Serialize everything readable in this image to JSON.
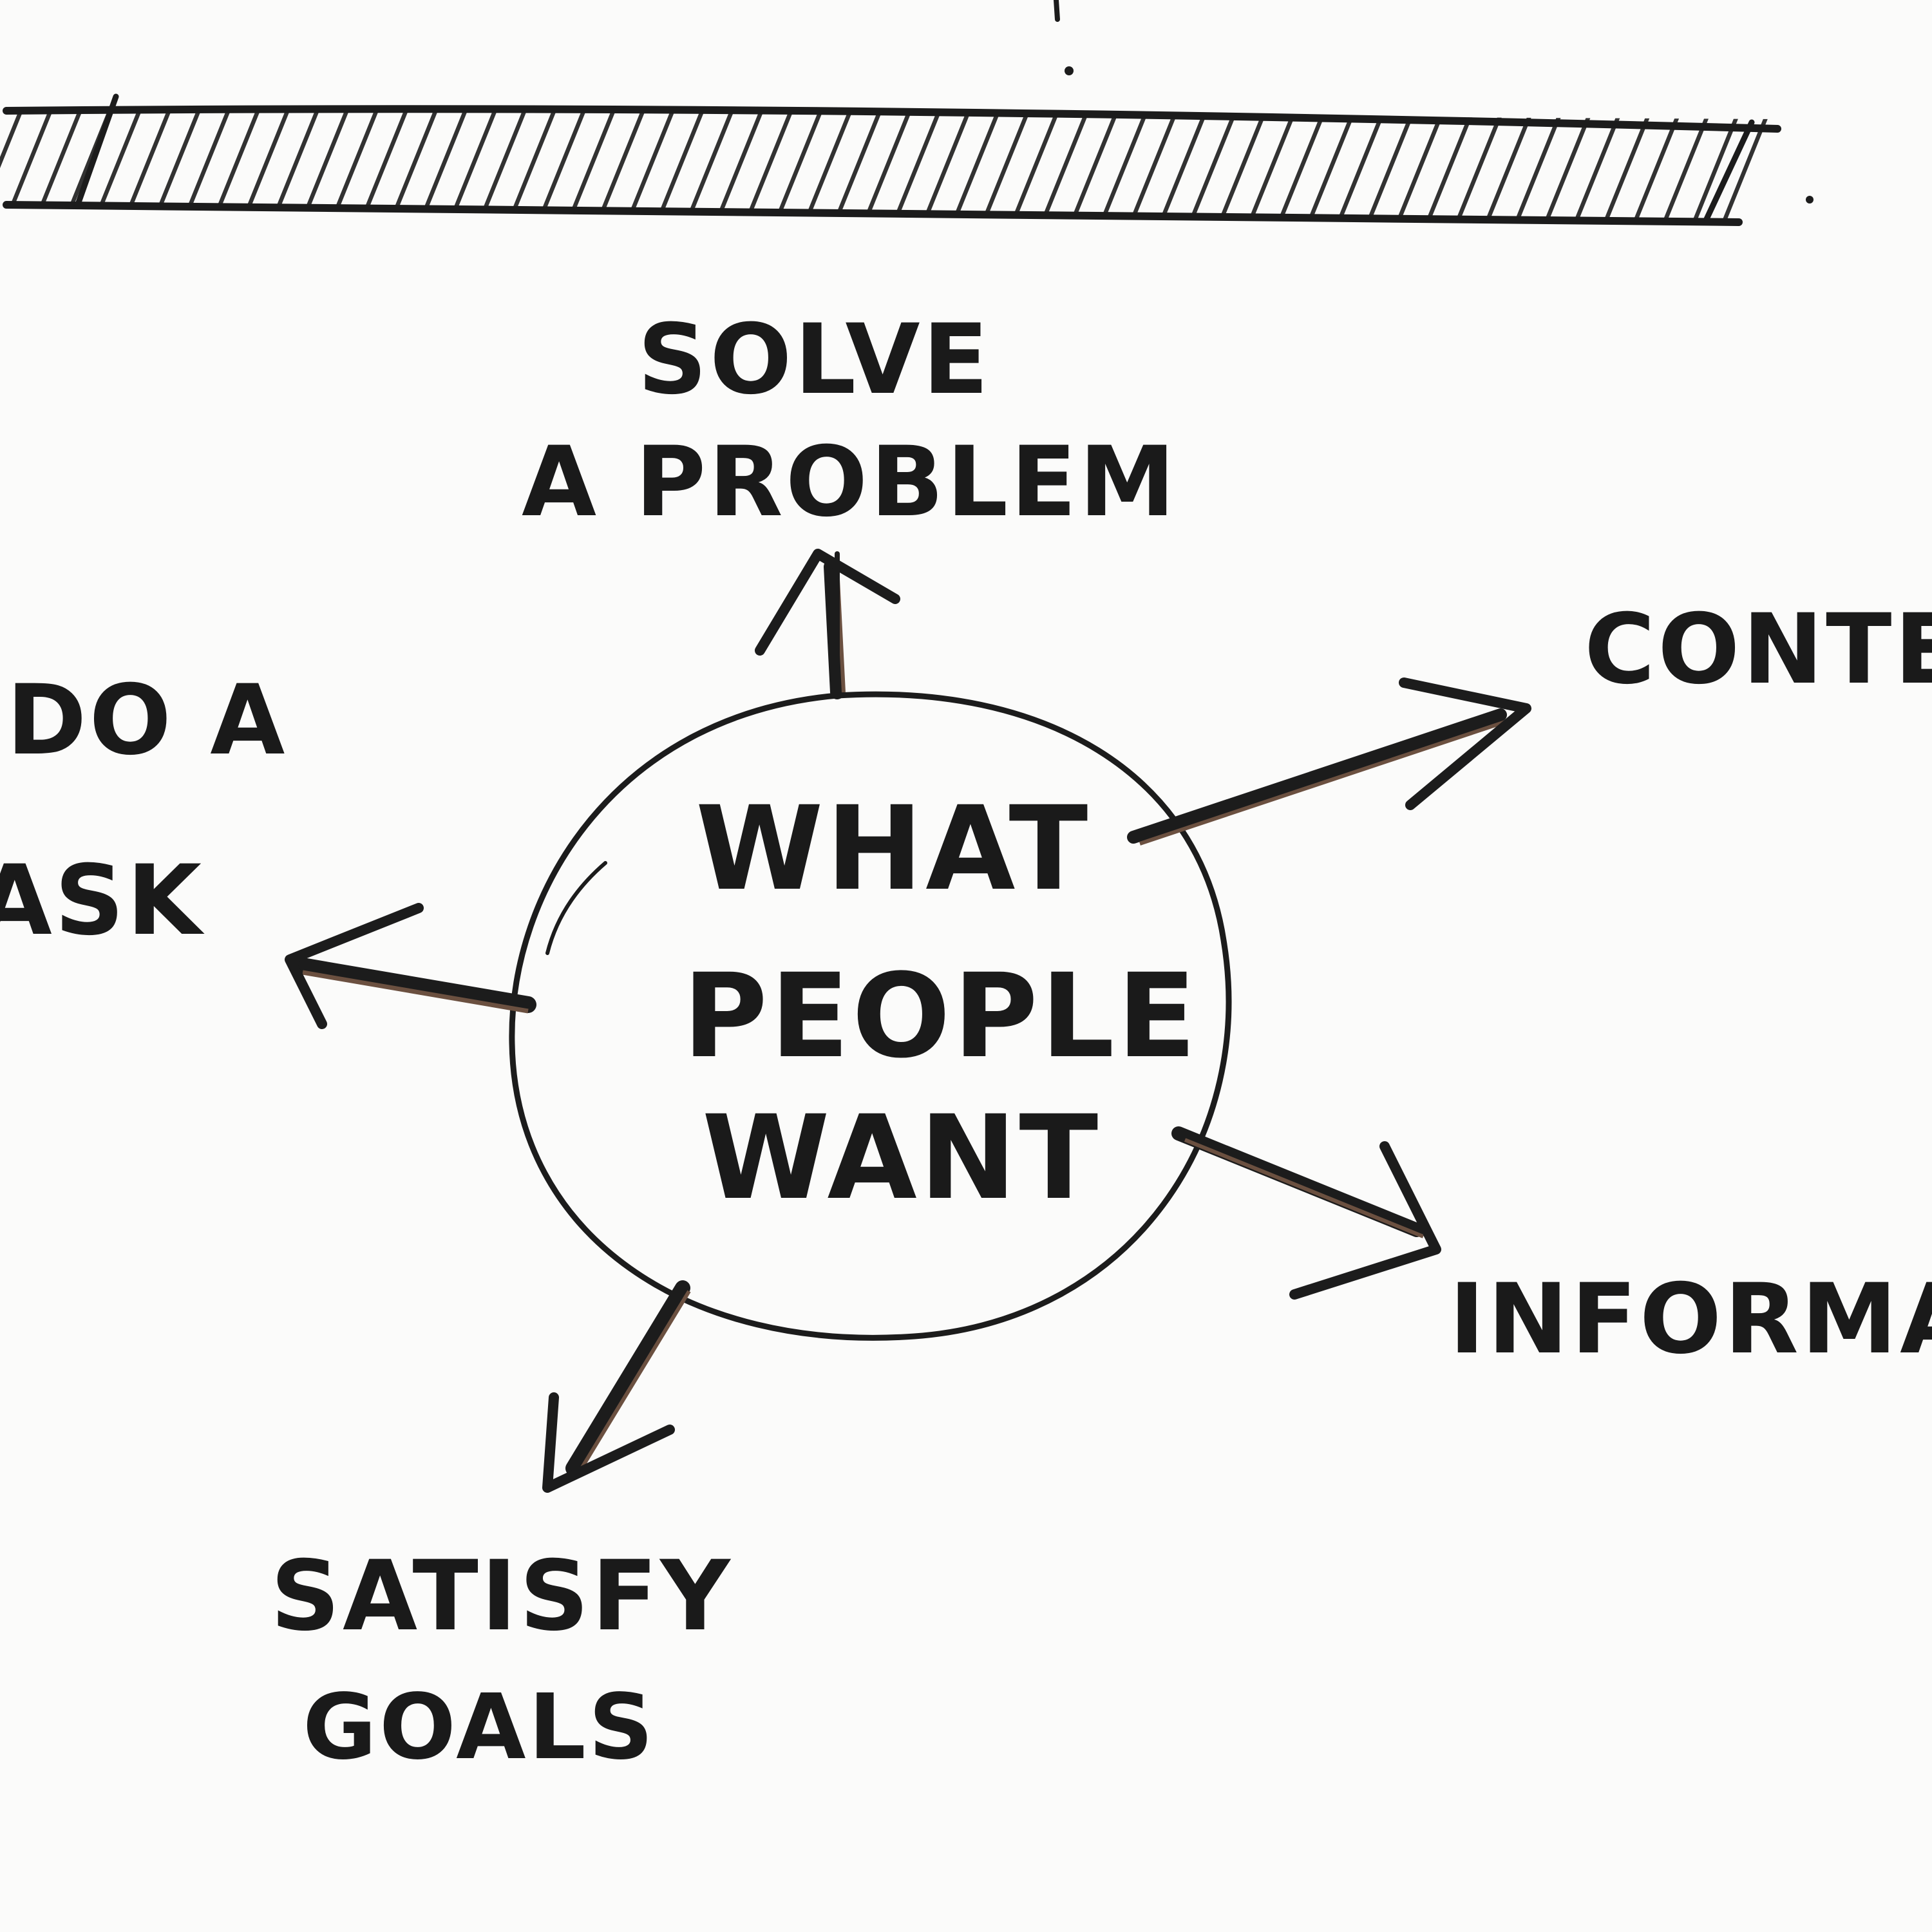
{
  "diagram": {
    "center": {
      "line1": "WHAT",
      "line2": "PEOPLE",
      "line3": "WANT"
    },
    "branches": {
      "top": {
        "line1": "SOLVE",
        "line2": "A PROBLEM"
      },
      "left": {
        "line1": "DO A",
        "line2": "TASK"
      },
      "right_top": {
        "line1": "CONTE"
      },
      "right_bottom": {
        "line1": "INFORMA"
      },
      "bottom": {
        "line1": "SATISFY",
        "line2": "GOALS"
      }
    }
  },
  "colors": {
    "ink": "#1c1c1c",
    "paper": "#fbfbfa",
    "arrow_shadow": "#6b5040"
  }
}
